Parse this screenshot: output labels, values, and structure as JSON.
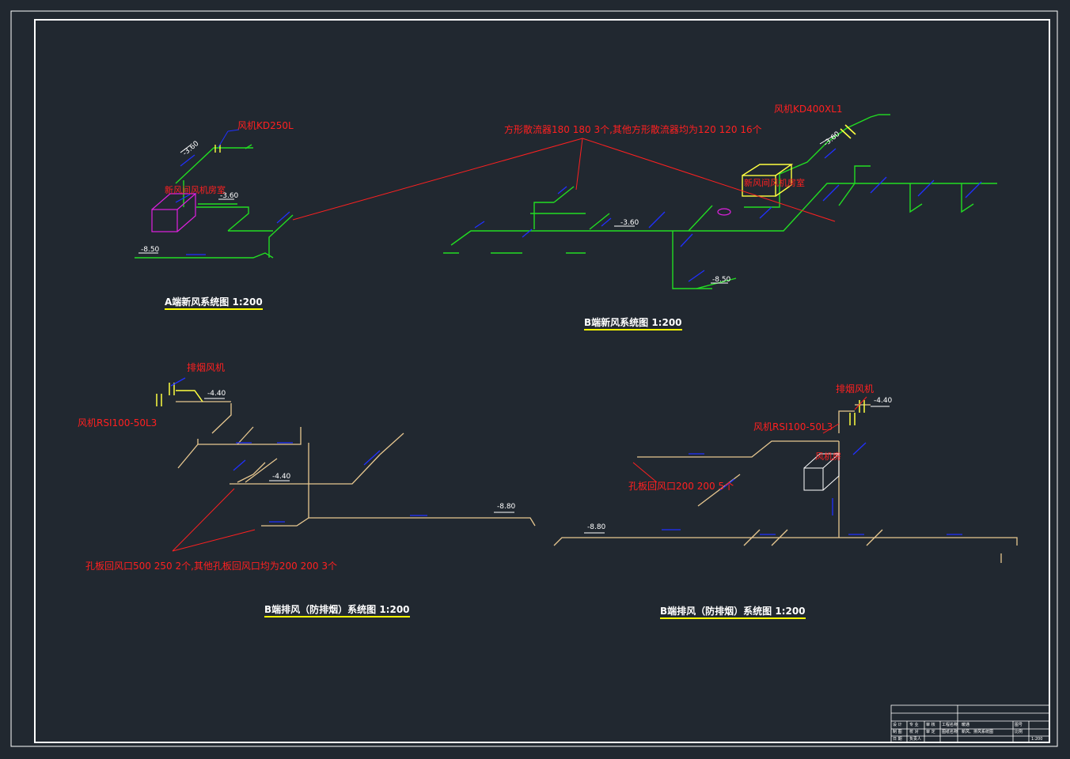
{
  "colors": {
    "background": "#212830",
    "frame": "#ffffff",
    "fresh_air_duct": "#22dd22",
    "exhaust_duct": "#e8c890",
    "dimension": "#2030ff",
    "annotation": "#ff2020",
    "title_underline": "#ffff00",
    "room_magenta": "#e020e0"
  },
  "diagrams": {
    "a_fresh_air": {
      "title": "A端新风系统图  1:200",
      "fan_label": "风机KD250L",
      "room_label": "新风间风机房室",
      "levels": [
        "-3.60",
        "-3.60",
        "-8.50"
      ]
    },
    "b_fresh_air": {
      "title": "B端新风系统图  1:200",
      "fan_label": "风机KD400XL1",
      "diffuser_note": "方形散流器180   180  3个,其他方形散流器均为120  120  16个",
      "room_label": "新风间风机房室",
      "levels": [
        "-3.60",
        "-3.60",
        "-8.50"
      ]
    },
    "b_exhaust_left": {
      "title": "B端排风（防排烟）系统图  1:200",
      "fan_callout": "排烟风机",
      "fan_label": "风机RSI100-50L3",
      "grille_note": "孔板回风口500   250  2个,其他孔板回风口均为200  200  3个",
      "levels": [
        "-4.40",
        "-4.40",
        "-8.80"
      ]
    },
    "b_exhaust_right": {
      "title": "B端排风（防排烟）系统图  1:200",
      "fan_callout": "排烟风机",
      "fan_label": "风机RSI100-50L3",
      "grille_note": "孔板回风口200   200  5个",
      "room_label": "风机房",
      "levels": [
        "-4.40",
        "-8.80"
      ]
    }
  },
  "title_block": {
    "rows": [
      [
        "设 计",
        "专 业",
        "审 核",
        "工程名称",
        "暖通",
        "图号"
      ],
      [
        "制 图",
        "校 对",
        "审 定",
        "图纸名称",
        "新风、排风系统图",
        "比例"
      ],
      [
        "日 期",
        "负责人",
        "",
        "",
        "",
        "1:200"
      ]
    ]
  }
}
